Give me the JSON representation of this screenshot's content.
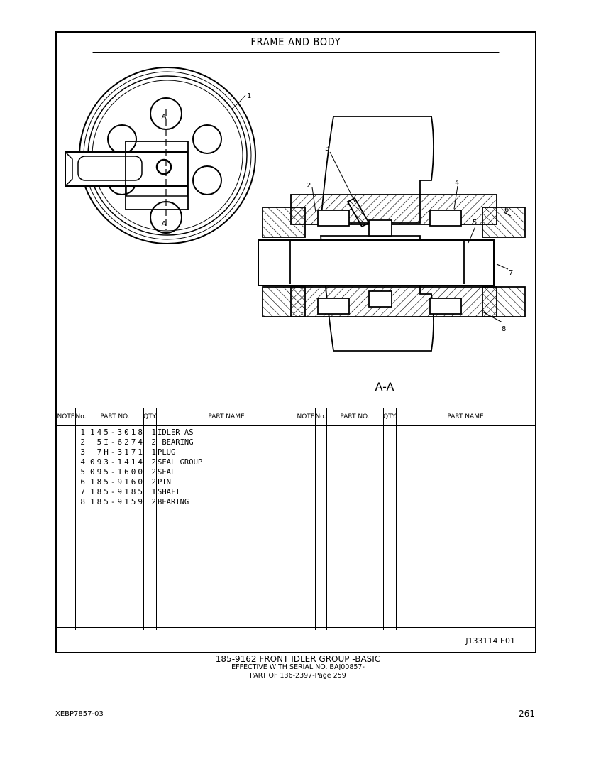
{
  "page": {
    "section_title": "FRAME AND BODY",
    "view_label": "A-A",
    "section_marker": "A",
    "callouts": [
      "1",
      "2",
      "3",
      "4",
      "5",
      "6",
      "7",
      "8"
    ],
    "reference_code": "J133114  E01",
    "caption_line1": "185-9162 FRONT IDLER GROUP -BASIC",
    "caption_line2": "EFFECTIVE WITH SERIAL NO. BAJ00857-",
    "caption_line3": "PART OF 136-2397-Page 259",
    "doc_id": "XEBP7857-03",
    "page_number": "261"
  },
  "table": {
    "headers": {
      "note": "NOTE",
      "no": "No.",
      "part_no": "PART NO.",
      "qty": "QTY.",
      "part_name": "PART NAME"
    },
    "rows": [
      {
        "no": "1",
        "part_no": "145-3018",
        "qty": "1",
        "name": "IDLER AS"
      },
      {
        "no": "2",
        "part_no": "5I-6274",
        "qty": "2",
        "name": " BEARING"
      },
      {
        "no": "3",
        "part_no": "7H-3171",
        "qty": "1",
        "name": "PLUG"
      },
      {
        "no": "4",
        "part_no": "093-1414",
        "qty": "2",
        "name": "SEAL GROUP"
      },
      {
        "no": "5",
        "part_no": "095-1600",
        "qty": "2",
        "name": "SEAL"
      },
      {
        "no": "6",
        "part_no": "185-9160",
        "qty": "2",
        "name": "PIN"
      },
      {
        "no": "7",
        "part_no": "185-9185",
        "qty": "1",
        "name": "SHAFT"
      },
      {
        "no": "8",
        "part_no": "185-9159",
        "qty": "2",
        "name": "BEARING"
      }
    ]
  }
}
